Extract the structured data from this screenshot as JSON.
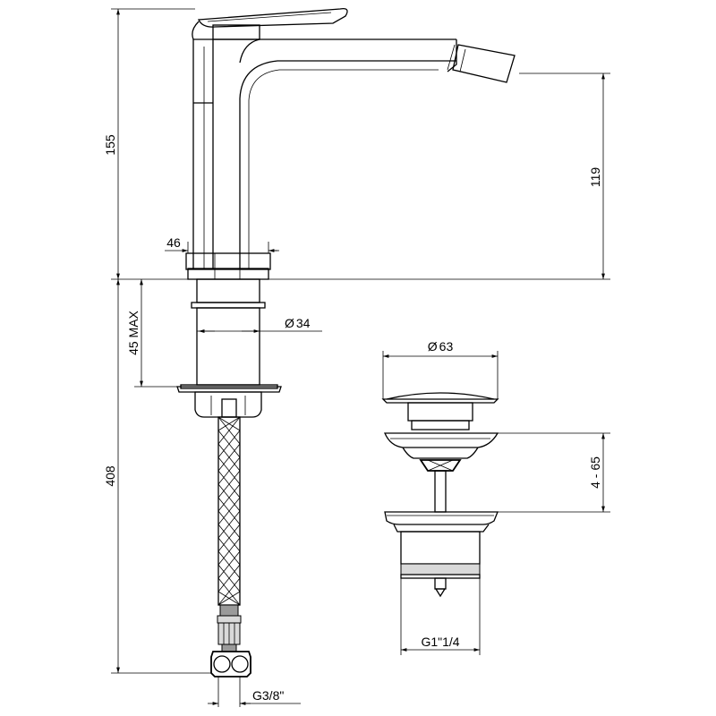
{
  "dimensions": {
    "total_height": "155",
    "spout_height": "119",
    "base_width": "46",
    "max_thickness": "45 MAX",
    "hole_diameter": "34",
    "waste_diameter": "63",
    "waste_range": "4 - 65",
    "waste_thread": "G1\"1/4",
    "hose_length": "408",
    "hose_thread": "G3/8\""
  },
  "symbols": {
    "diameter": "Ø"
  }
}
